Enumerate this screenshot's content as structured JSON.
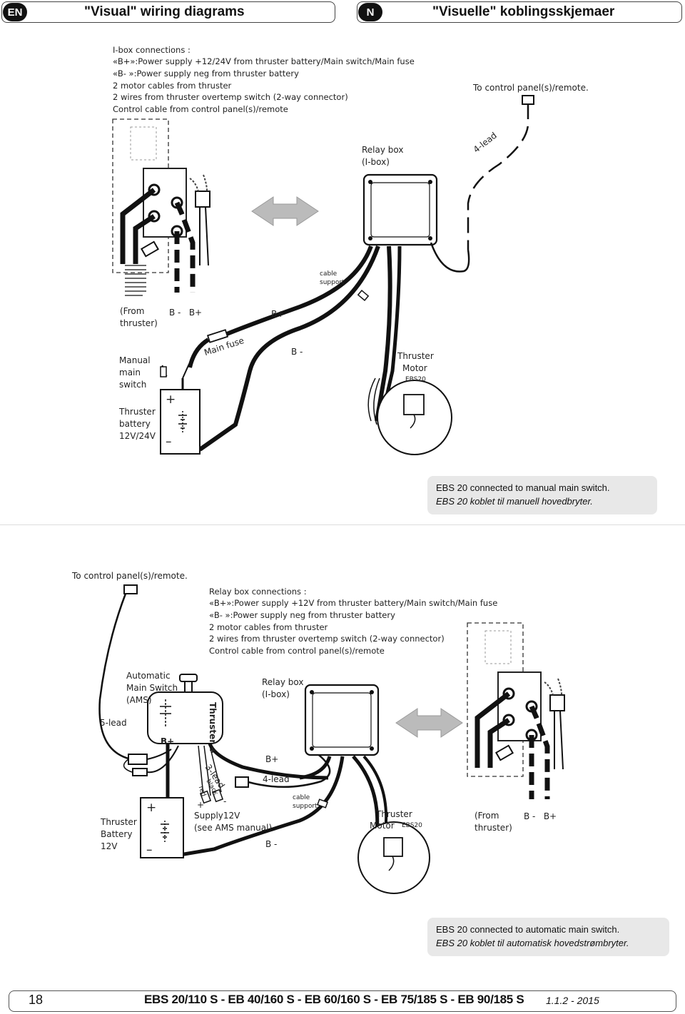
{
  "header": {
    "left_badge": "EN",
    "left_title": "\"Visual\" wiring diagrams",
    "right_badge": "N",
    "right_title": "\"Visuelle\" koblingsskjemaer"
  },
  "diagram1": {
    "ibox_connections": [
      "I-box connections :",
      "«B+»:Power supply +12/24V from thruster battery/Main switch/Main fuse",
      "«B- »:Power supply neg from thruster battery",
      "2 motor cables from thruster",
      "2 wires from thruster overtemp switch (2-way connector)",
      "Control cable from control panel(s)/remote"
    ],
    "to_control_panel": "To control panel(s)/remote.",
    "relay_box": [
      "Relay box",
      "(I-box)"
    ],
    "four_lead": "4-lead",
    "cable_support": [
      "cable",
      "support"
    ],
    "from_thruster": [
      "(From",
      "thruster)"
    ],
    "b_minus_b_plus": "B -   B+",
    "b_plus": "B+",
    "main_fuse": "Main fuse",
    "b_minus": "B -",
    "manual_main_switch": [
      "Manual",
      "main",
      "switch"
    ],
    "thruster_motor": [
      "Thruster",
      "Motor"
    ],
    "motor_model": "EBS20",
    "thruster_battery": [
      "Thruster",
      "battery",
      "12V/24V"
    ],
    "battery_plus": "+",
    "battery_minus": "–",
    "note_en": "EBS 20 connected to manual main switch.",
    "note_no": "EBS 20 koblet til manuell hovedbryter."
  },
  "diagram2": {
    "to_control_panel": "To control panel(s)/remote.",
    "relay_connections": [
      "Relay box connections :",
      "«B+»:Power supply +12V from thruster battery/Main switch/Main fuse",
      "«B- »:Power supply neg from thruster battery",
      "2 motor cables from thruster",
      "2 wires from thruster overtemp switch (2-way connector)",
      "Control cable from control panel(s)/remote"
    ],
    "ams_label": [
      "Automatic",
      "Main Switch",
      "(AMS)"
    ],
    "five_lead": "5-lead",
    "thruster_plus": "Thruster +",
    "ams_b_plus": "B+",
    "relay_box": [
      "Relay box",
      "(I-box)"
    ],
    "b_plus": "B+",
    "four_lead": "4-lead",
    "three_lead": "3-lead",
    "black": "black",
    "red": "red",
    "plus_mark": "+",
    "minus_mark": "-",
    "supply": [
      "Supply12V",
      "(see AMS manual)"
    ],
    "cable_support": [
      "cable",
      "support"
    ],
    "b_minus": "B -",
    "thruster_motor": [
      "Thruster",
      "Motor"
    ],
    "motor_model": "EBS20",
    "from_thruster": [
      "(From",
      "thruster)"
    ],
    "b_minus_b_plus": "B -   B+",
    "thruster_battery": [
      "Thruster",
      "Battery",
      "12V"
    ],
    "battery_plus": "+",
    "battery_minus": "–",
    "note_en": "EBS 20 connected to automatic main switch.",
    "note_no": "EBS 20 koblet til automatisk hovedstrømbryter."
  },
  "footer": {
    "page_number": "18",
    "models": "EBS 20/110 S - EB 40/160 S - EB 60/160 S - EB 75/185 S - EB 90/185 S",
    "version": "1.1.2 - 2015"
  }
}
